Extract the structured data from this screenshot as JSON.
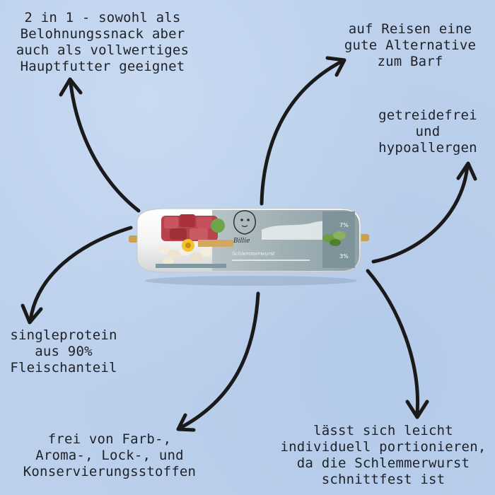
{
  "captions": {
    "two_in_one": [
      "2 in 1 - sowohl als",
      "Belohnungssnack aber",
      "auch als vollwertiges",
      "Hauptfutter geeignet"
    ],
    "travel": [
      "auf Reisen eine",
      "gute Alternative",
      "zum Barf"
    ],
    "grain_free": [
      "getreidefrei",
      "und",
      "hypoallergen"
    ],
    "single_protein": [
      "singleprotein",
      "aus 90%",
      "Fleischanteil"
    ],
    "free_from": [
      "frei von Farb-,",
      "Aroma-, Lock-, und",
      "Konservierungsstoffen"
    ],
    "portion": [
      "lässt sich leicht",
      "individuell portionieren,",
      "da die Schlemmerwurst",
      "schnittfest ist"
    ]
  },
  "product": {
    "brand": "Billie",
    "name": "Schlemmerwurst",
    "badge_top": "7%",
    "badge_bottom": "3%"
  },
  "colors": {
    "background": "#bcd0ec",
    "arrow": "#1a1a1a",
    "wrapper": "#f4f5f4",
    "label": "#9fb0b5"
  }
}
